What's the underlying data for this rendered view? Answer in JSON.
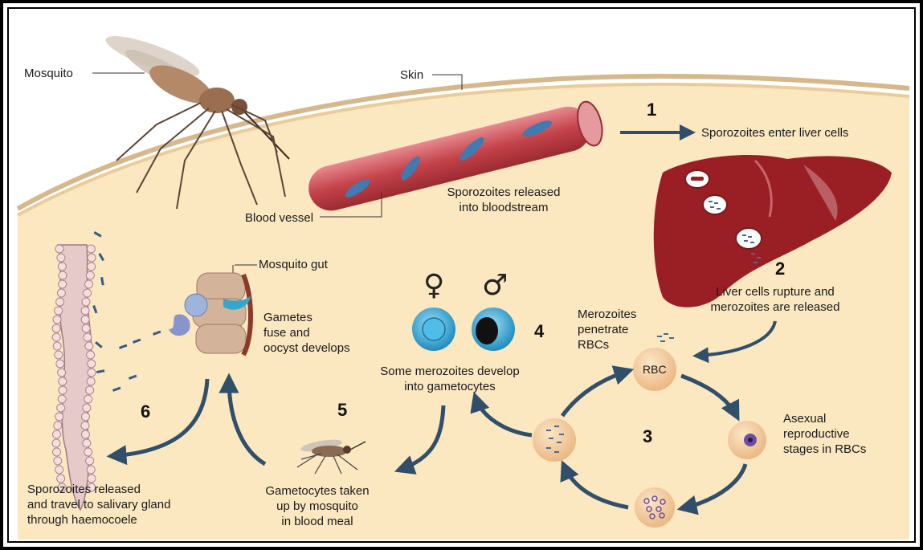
{
  "labels": {
    "mosquito": "Mosquito",
    "skin": "Skin",
    "blood_vessel": "Blood vessel",
    "released_bloodstream_1": "Sporozoites released",
    "released_bloodstream_2": "into bloodstream",
    "enter_liver": "Sporozoites enter liver cells",
    "liver_rupture_1": "Liver cells rupture and",
    "liver_rupture_2": "merozoites are released",
    "merozoites_penetrate_1": "Merozoites",
    "merozoites_penetrate_2": "penetrate",
    "merozoites_penetrate_3": "RBCs",
    "rbc": "RBC",
    "asexual_1": "Asexual",
    "asexual_2": "reproductive",
    "asexual_3": "stages in RBCs",
    "gametocytes_develop_1": "Some merozoites develop",
    "gametocytes_develop_2": "into gametocytes",
    "mosquito_gut": "Mosquito gut",
    "gametes_fuse_1": "Gametes",
    "gametes_fuse_2": "fuse and",
    "gametes_fuse_3": "oocyst develops",
    "taken_up_1": "Gametocytes taken",
    "taken_up_2": "up by mosquito",
    "taken_up_3": "in blood meal",
    "salivary_1": "Sporozoites released",
    "salivary_2": "and travel to salivary gland",
    "salivary_3": "through haemocoele",
    "female_symbol": "♀",
    "male_symbol": "♂"
  },
  "steps": [
    "1",
    "2",
    "3",
    "4",
    "5",
    "6"
  ],
  "colors": {
    "skin": "#fbe7c0",
    "vessel": "#c4434a",
    "liver": "#9a1f24",
    "arrow": "#2f4f6a",
    "rbc": "#f5d3a3",
    "gamete": "#37a7d6"
  }
}
